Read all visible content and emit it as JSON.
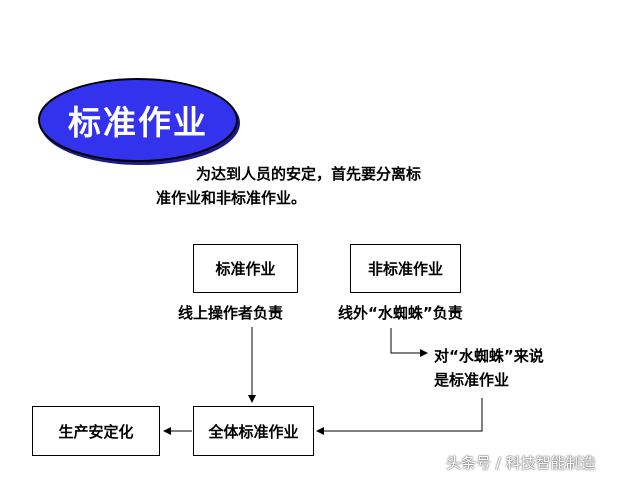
{
  "title": "标准作业",
  "intro": {
    "line1": "为达到人员的安定，首先要分离标",
    "line2": "准作业和非标准作业。"
  },
  "boxes": {
    "standard": "标准作业",
    "non_standard": "非标准作业",
    "overall": "全体标准作业",
    "stabilization": "生产安定化"
  },
  "labels": {
    "standard_resp": "线上操作者负责",
    "non_standard_resp": "线外“水蜘蛛”负责",
    "water_spider_line1": "对“水蜘蛛”来说",
    "water_spider_line2": "是标准作业"
  },
  "watermark": "头条号 / 科技智能制造"
}
